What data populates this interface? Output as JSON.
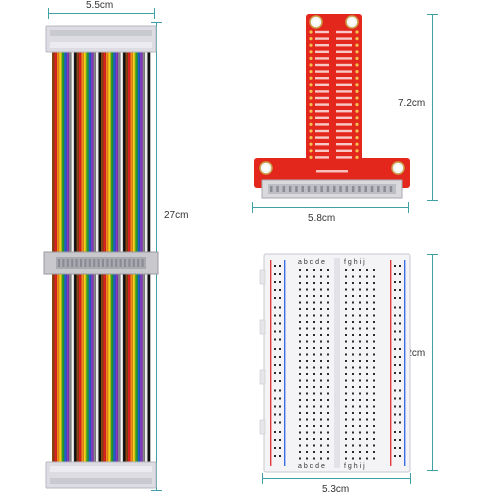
{
  "dimensions": {
    "ribbon_width": "5.5cm",
    "ribbon_length": "27cm",
    "tboard_height": "7.2cm",
    "tboard_width": "5.8cm",
    "breadboard_height": "8.2cm",
    "breadboard_width": "5.3cm"
  },
  "breadboard": {
    "column_letters_left": "a b c d e",
    "column_letters_right": "f g h i j"
  },
  "colors": {
    "dimension_line": "#3fa0a8",
    "pcb_red": "#e3271d",
    "connector_grey": "#d9d9de",
    "breadboard_white": "#f4f4f6",
    "rail_red": "#e23a3a",
    "rail_blue": "#3a6fe2"
  },
  "ribbon_wire_colors": [
    "#8b4513",
    "#e02020",
    "#f08a1a",
    "#f2d21a",
    "#2ca02c",
    "#2060d0",
    "#8a3ac0",
    "#888888",
    "#f5f5f5",
    "#111111"
  ]
}
